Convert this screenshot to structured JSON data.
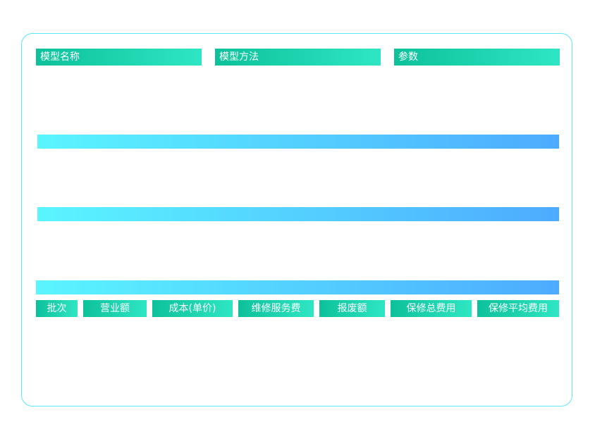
{
  "header": {
    "model_name": "模型名称",
    "model_method": "模型方法",
    "params": "参数"
  },
  "columns": [
    "批次",
    "营业额",
    "成本(单价)",
    "维修服务费",
    "报废额",
    "保修总费用",
    "保修平均费用"
  ],
  "colors": {
    "header_gradient": [
      "#0cc19a",
      "#2fe6c4"
    ],
    "bar_gradient": [
      "#5af5ff",
      "#4dabff"
    ],
    "frame_border": "#5ee8f4"
  }
}
